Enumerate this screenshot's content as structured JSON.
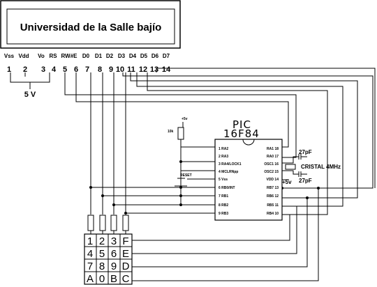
{
  "lcd": {
    "title": "Universidad de la Salle bajío",
    "pin_names": [
      "Vss",
      "Vdd",
      "Vo",
      "RS",
      "RW#E",
      "D0",
      "D1",
      "D2",
      "D3",
      "D4",
      "D5",
      "D6",
      "D7"
    ],
    "pin_numbers": [
      "1",
      "2",
      "3",
      "4",
      "5",
      "6",
      "7",
      "8",
      "9",
      "10",
      "11",
      "12",
      "13",
      "14"
    ],
    "supply_label": "5 V"
  },
  "pic": {
    "title_line1": "PIC",
    "title_line2": "16F84",
    "left_pins": [
      "1 RA2",
      "2 RA3",
      "3 RA4/LOCK1",
      "4 MCLRNpp",
      "5 Vss",
      "6 RB0/INT",
      "7 RB1",
      "8 RB2",
      "9 RB3"
    ],
    "right_pins": [
      "RA1 18",
      "RA0 17",
      "OSC1 16",
      "OSC2 15",
      "VDD 14",
      "RB7 13",
      "RB6 12",
      "RB5 11",
      "RB4 10"
    ]
  },
  "power": {
    "plus5_top": "+5v",
    "plus5_right": "+5v"
  },
  "resistor_label": "10k",
  "reset_label": "RESET",
  "crystal": {
    "cap_top": "27pF",
    "cap_bottom": "27pF",
    "label": "CRISTAL 4MHz"
  },
  "keypad": {
    "rows": [
      [
        "1",
        "2",
        "3",
        "F"
      ],
      [
        "4",
        "5",
        "6",
        "E"
      ],
      [
        "7",
        "8",
        "9",
        "D"
      ],
      [
        "A",
        "0",
        "B",
        "C"
      ]
    ]
  }
}
